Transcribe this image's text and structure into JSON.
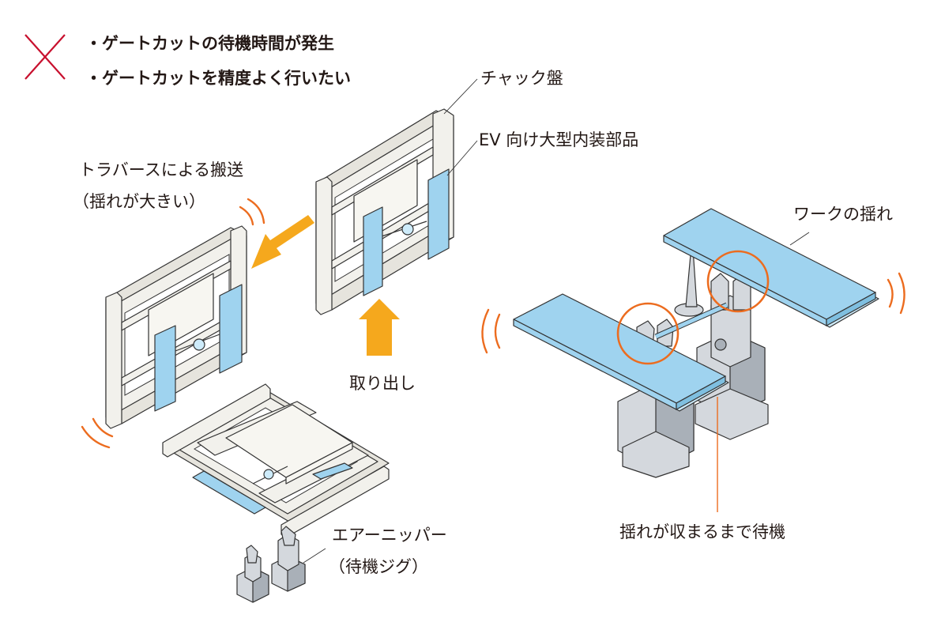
{
  "header": {
    "cross_mark": "x-mark",
    "bullets": [
      "・ゲートカットの待機時間が発生",
      "・ゲートカットを精度よく行いたい"
    ],
    "cross_color": "#c8102e"
  },
  "labels": {
    "chuck_plate": "チャック盤",
    "ev_part": "EV 向け大型内装部品",
    "traverse_line1": "トラバースによる搬送",
    "traverse_line2": "（揺れが大きい）",
    "take_out": "取り出し",
    "air_nipper_line1": "エアーニッパー",
    "air_nipper_line2": "（待機ジグ）",
    "work_sway": "ワークの揺れ",
    "wait_until_settle": "揺れが収まるまで待機"
  },
  "colors": {
    "accent_orange": "#ec6c1f",
    "arrow_yellow": "#f5a81d",
    "work_blue": "#9fd3ef",
    "frame_gray": "#f2f1ec"
  }
}
